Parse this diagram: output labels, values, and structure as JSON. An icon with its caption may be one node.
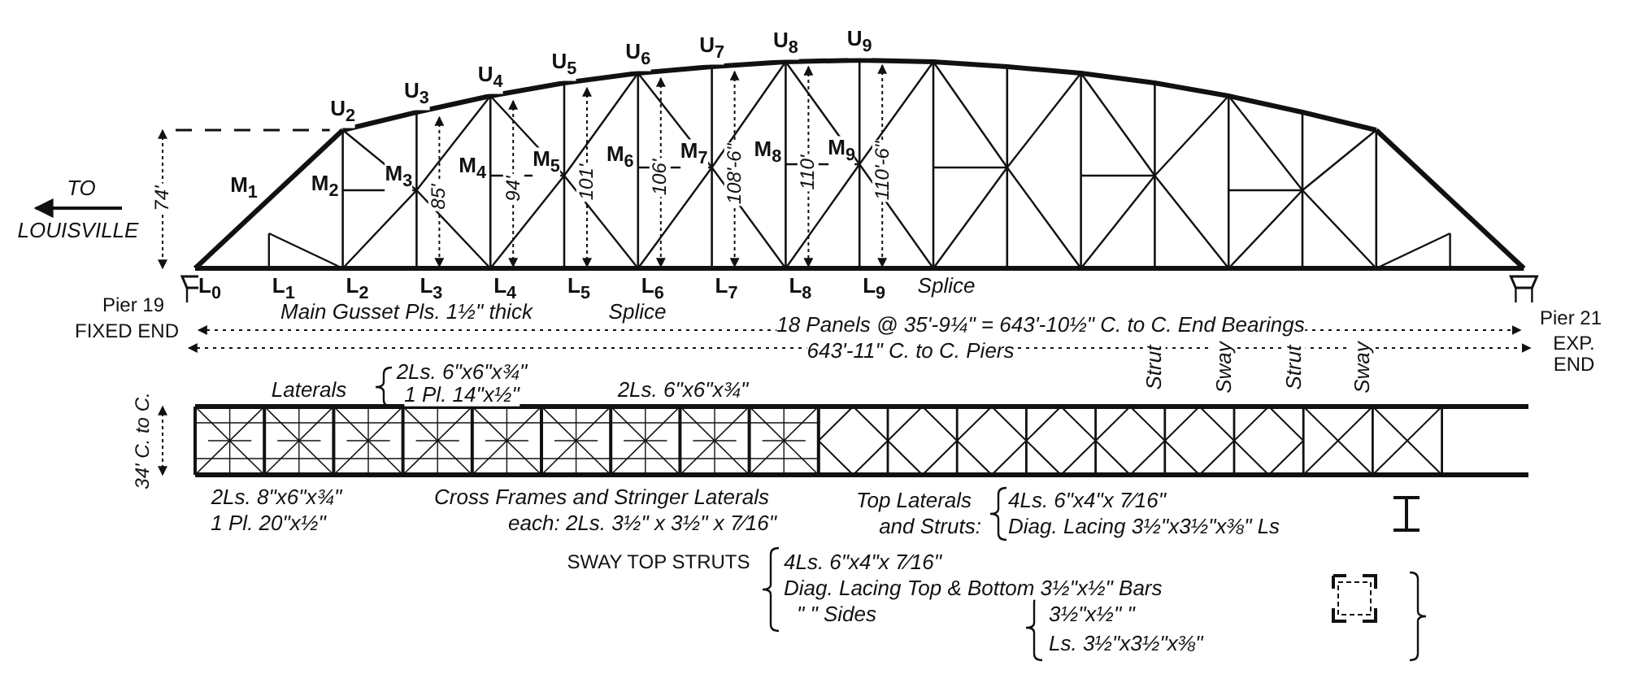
{
  "diagram": {
    "labels": [
      "U$_{2}$",
      "U$_{3}$",
      "U$_{4}$",
      "U$_{5}$",
      "U$_{6}$",
      "U$_{7}$",
      "U$_{8}$",
      "U$_{9}$",
      "74'",
      "M$_{1}$",
      "M$_{2}$",
      "M$_{3}$",
      "85'",
      "M$_{4}$",
      "94'",
      "M$_{5}$",
      "101'",
      "M$_{6}$",
      "106'",
      "M$_{7}$",
      "108'-6\"",
      "M$_{8}$",
      "110'",
      "M$_{9}$",
      "110'-6\"",
      "TO",
      "LOUISVILLE",
      "L$_{0}$",
      "L$_{1}$",
      "L$_{2}$",
      "L$_{3}$",
      "L$_{4}$",
      "L$_{5}$",
      "L$_{6}$",
      "L$_{7}$",
      "L$_{8}$",
      "L$_{9}$",
      "Pier 19",
      "FIXED END",
      "Main Gusset Pls. 1½\" thick",
      "Splice",
      "Splice",
      "18 Panels @ 35'-9¼\" = 643'-10½\" C. to C. End Bearings",
      "Pier 21",
      "EXP. END",
      "643'-11\" C. to C. Piers",
      "Laterals",
      "2Ls. 6\"x6\"x¾\"",
      "1 Pl. 14\"x½\"",
      "2Ls. 6\"x6\"x¾\"",
      "Strut",
      "Sway",
      "Strut",
      "Sway",
      "34' C. to C.",
      "2Ls. 8\"x6\"x¾\"",
      "1 Pl. 20\"x½\"",
      "Cross Frames and Stringer Laterals",
      "each: 2Ls. 3½\" x 3½\" x 7⁄16\"",
      "Top Laterals",
      "and Struts:",
      "4Ls. 6\"x4\"x 7⁄16\"",
      "Diag. Lacing 3½\"x3½\"x⅜\" Ls",
      "SWAY TOP STRUTS",
      "4Ls. 6\"x4\"x 7⁄16\"",
      "Diag. Lacing Top & Bottom 3½\"x½\" Bars",
      "\"   \"   Sides",
      "3½\"x½\"   \"",
      "Ls. 3½\"x3½\"x⅜\""
    ]
  }
}
